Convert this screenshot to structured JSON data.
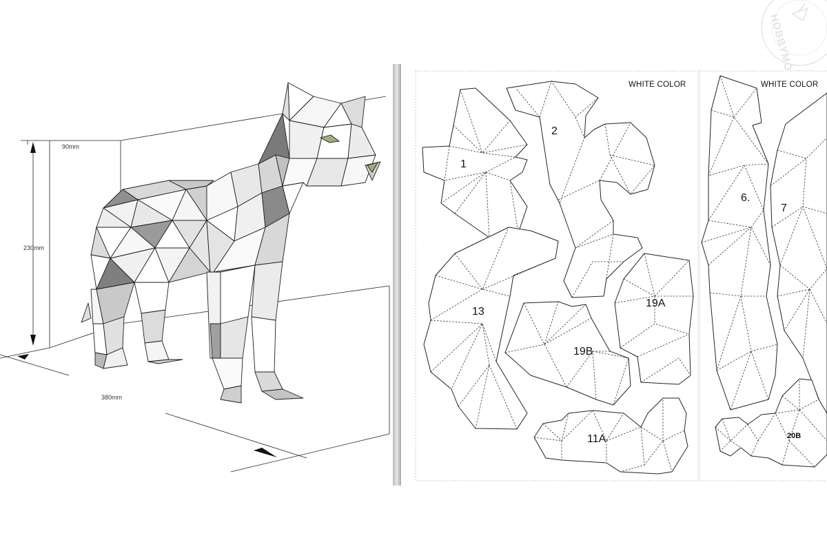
{
  "model": {
    "dimensions": {
      "depth_label": "90mm",
      "height_label": "230mm",
      "length_label": "380mm"
    }
  },
  "template": {
    "sheets": [
      {
        "header": "WHITE COLOR"
      },
      {
        "header": "WHITE COLOR"
      }
    ],
    "pieces": {
      "p1": "1",
      "p2": "2",
      "p13": "13",
      "p19a": "19A",
      "p19b": "19B",
      "p11a": "11A",
      "p6": "6.",
      "p7": "7",
      "p20b": "20B"
    }
  },
  "watermark": {
    "text": "HOBBYMO"
  },
  "colors": {
    "paper_white": "#ffffff",
    "facet_light": "#f2f2f2",
    "facet_mid": "#cfcfcf",
    "facet_dark": "#8f8f8f",
    "eye_green": "#9db07a"
  }
}
